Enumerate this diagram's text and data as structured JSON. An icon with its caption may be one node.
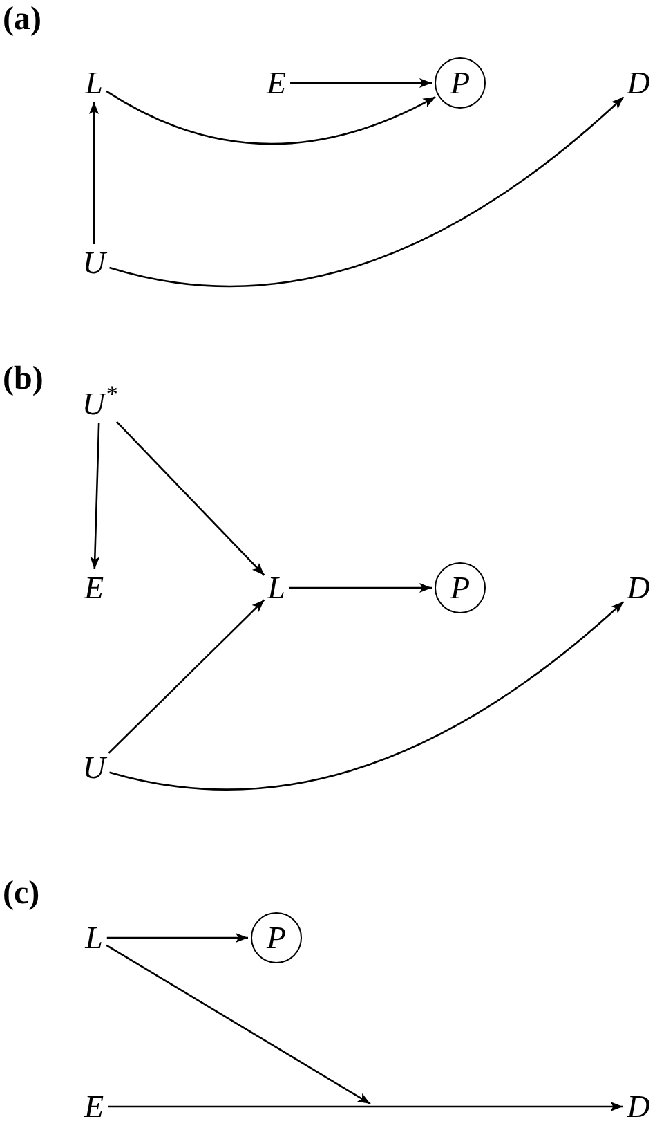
{
  "diagram": {
    "nodes": [
      {
        "text": [
          "L"
        ]
      },
      {
        "text": [
          "E"
        ]
      },
      {
        "text": [
          "P"
        ]
      },
      {
        "text": [
          "D"
        ]
      },
      {
        "text": [
          "U"
        ]
      },
      {
        "text": [
          "U$^{*}$"
        ]
      },
      {
        "text": [
          "E"
        ]
      },
      {
        "text": [
          "L"
        ]
      },
      {
        "text": [
          "P"
        ]
      },
      {
        "text": [
          "D"
        ]
      },
      {
        "text": [
          "U"
        ]
      },
      {
        "text": [
          "L"
        ]
      },
      {
        "text": [
          "P"
        ]
      },
      {
        "text": [
          "E"
        ]
      },
      {
        "text": [
          "D"
        ]
      }
    ],
    "edges": [
      {
        "from": 4,
        "to": 0,
        "arrow": "to"
      },
      {
        "from": 1,
        "to": 2,
        "arrow": "to"
      },
      {
        "from": 0,
        "to": 2,
        "arrow": "to"
      },
      {
        "from": 4,
        "to": 3,
        "arrow": "to"
      },
      {
        "from": 5,
        "to": 6,
        "arrow": "to"
      },
      {
        "from": 5,
        "to": 7,
        "arrow": "to"
      },
      {
        "from": 7,
        "to": 8,
        "arrow": "to"
      },
      {
        "from": 10,
        "to": 7,
        "arrow": "to"
      },
      {
        "from": 10,
        "to": 9,
        "arrow": "to"
      },
      {
        "from": 11,
        "to": 12,
        "arrow": "to"
      },
      {
        "from": 13,
        "to": 14,
        "arrow": "to"
      },
      {
        "from": 11,
        "to": null,
        "arrow": "to"
      }
    ],
    "labels": [
      "(a)",
      "(b)",
      "(c)"
    ]
  }
}
